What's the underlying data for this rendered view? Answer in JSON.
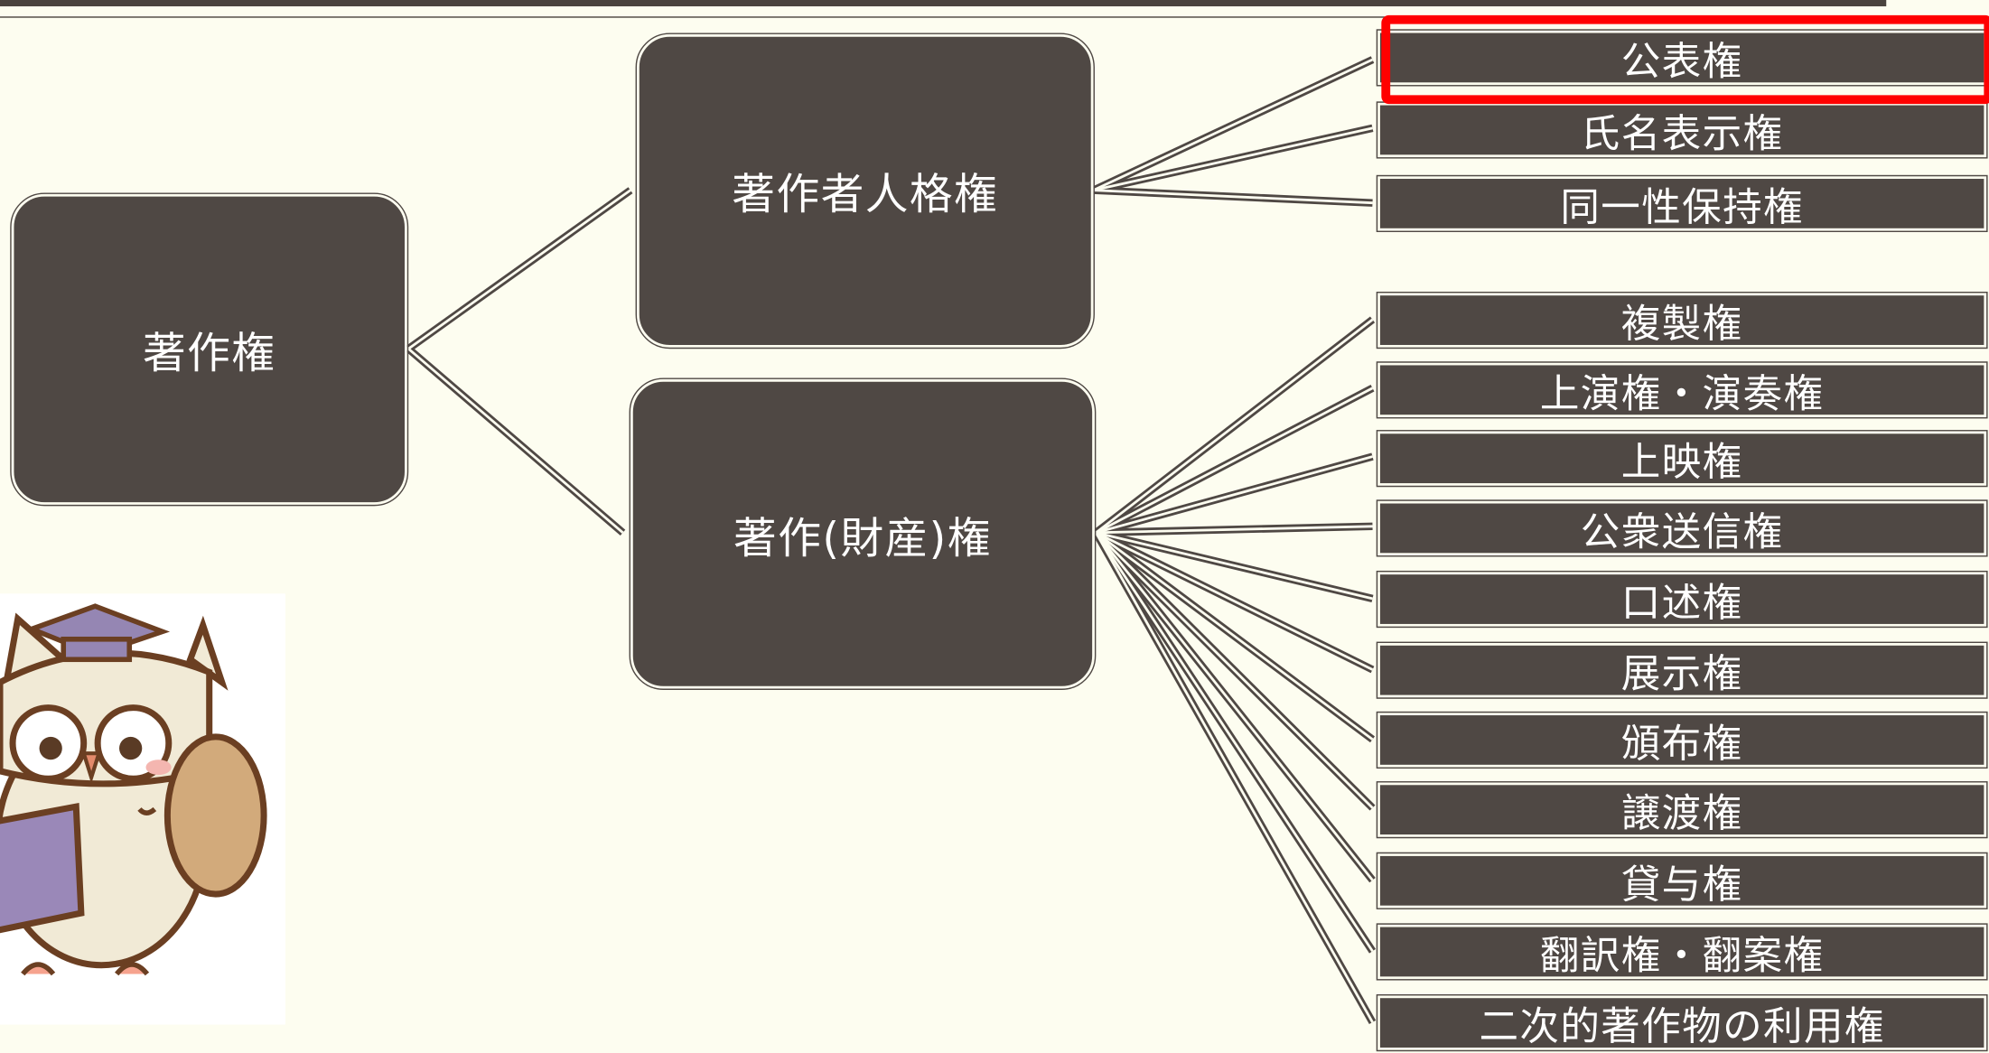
{
  "root": {
    "label": "著作権"
  },
  "branches": [
    {
      "label": "著作者人格権",
      "leaves": [
        "公表権",
        "氏名表示権",
        "同一性保持権"
      ]
    },
    {
      "label": "著作(財産)権",
      "leaves": [
        "複製権",
        "上演権・演奏権",
        "上映権",
        "公衆送信権",
        "口述権",
        "展示権",
        "頒布権",
        "譲渡権",
        "貸与権",
        "翻訳権・翻案権",
        "二次的著作物の利用権"
      ]
    }
  ],
  "highlight": {
    "target": "公表権",
    "color": "#ff0000"
  },
  "colors": {
    "node_fill": "#4f4844",
    "background": "#fdfdf0",
    "node_text": "#ffffff"
  },
  "illustration": {
    "icon": "owl-scholar-icon"
  }
}
